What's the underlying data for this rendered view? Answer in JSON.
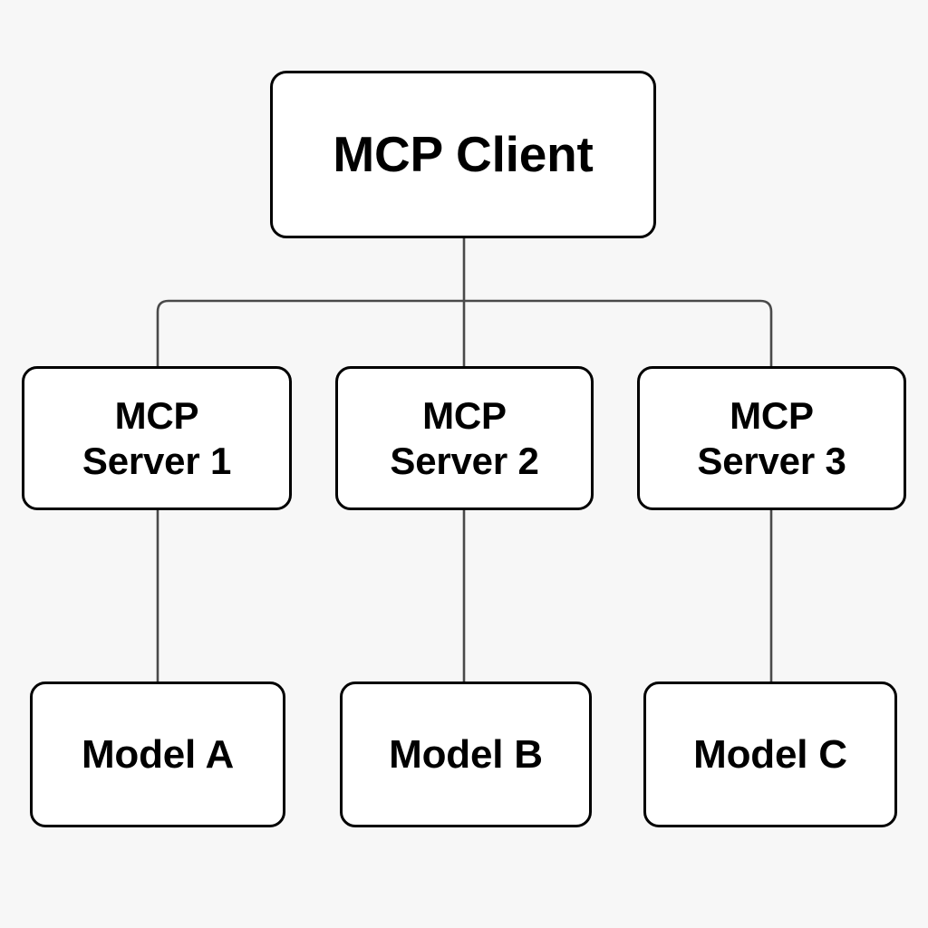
{
  "diagram": {
    "title": "MCP Client to MCP Servers to Models hierarchy",
    "background_color": "#f7f7f7",
    "node_fill_color": "#ffffff",
    "node_border_color": "#000000",
    "connector_color": "#4a4a4a",
    "root": {
      "label": "MCP Client",
      "name": "mcp-client"
    },
    "servers": [
      {
        "name": "mcp-server-1",
        "label": "MCP\nServer 1"
      },
      {
        "name": "mcp-server-2",
        "label": "MCP\nServer 2"
      },
      {
        "name": "mcp-server-3",
        "label": "MCP\nServer 3"
      }
    ],
    "models": [
      {
        "name": "model-a",
        "label": "Model A"
      },
      {
        "name": "model-b",
        "label": "Model B"
      },
      {
        "name": "model-c",
        "label": "Model C"
      }
    ],
    "connectors": [
      {
        "name": "client-to-bus",
        "from": "mcp-client",
        "to": "distribution-bus"
      },
      {
        "name": "bus-to-server-1",
        "from": "distribution-bus",
        "to": "mcp-server-1"
      },
      {
        "name": "bus-to-server-2",
        "from": "distribution-bus",
        "to": "mcp-server-2"
      },
      {
        "name": "bus-to-server-3",
        "from": "distribution-bus",
        "to": "mcp-server-3"
      },
      {
        "name": "server-1-to-model-a",
        "from": "mcp-server-1",
        "to": "model-a"
      },
      {
        "name": "server-2-to-model-b",
        "from": "mcp-server-2",
        "to": "model-b"
      },
      {
        "name": "server-3-to-model-c",
        "from": "mcp-server-3",
        "to": "model-c"
      }
    ]
  }
}
